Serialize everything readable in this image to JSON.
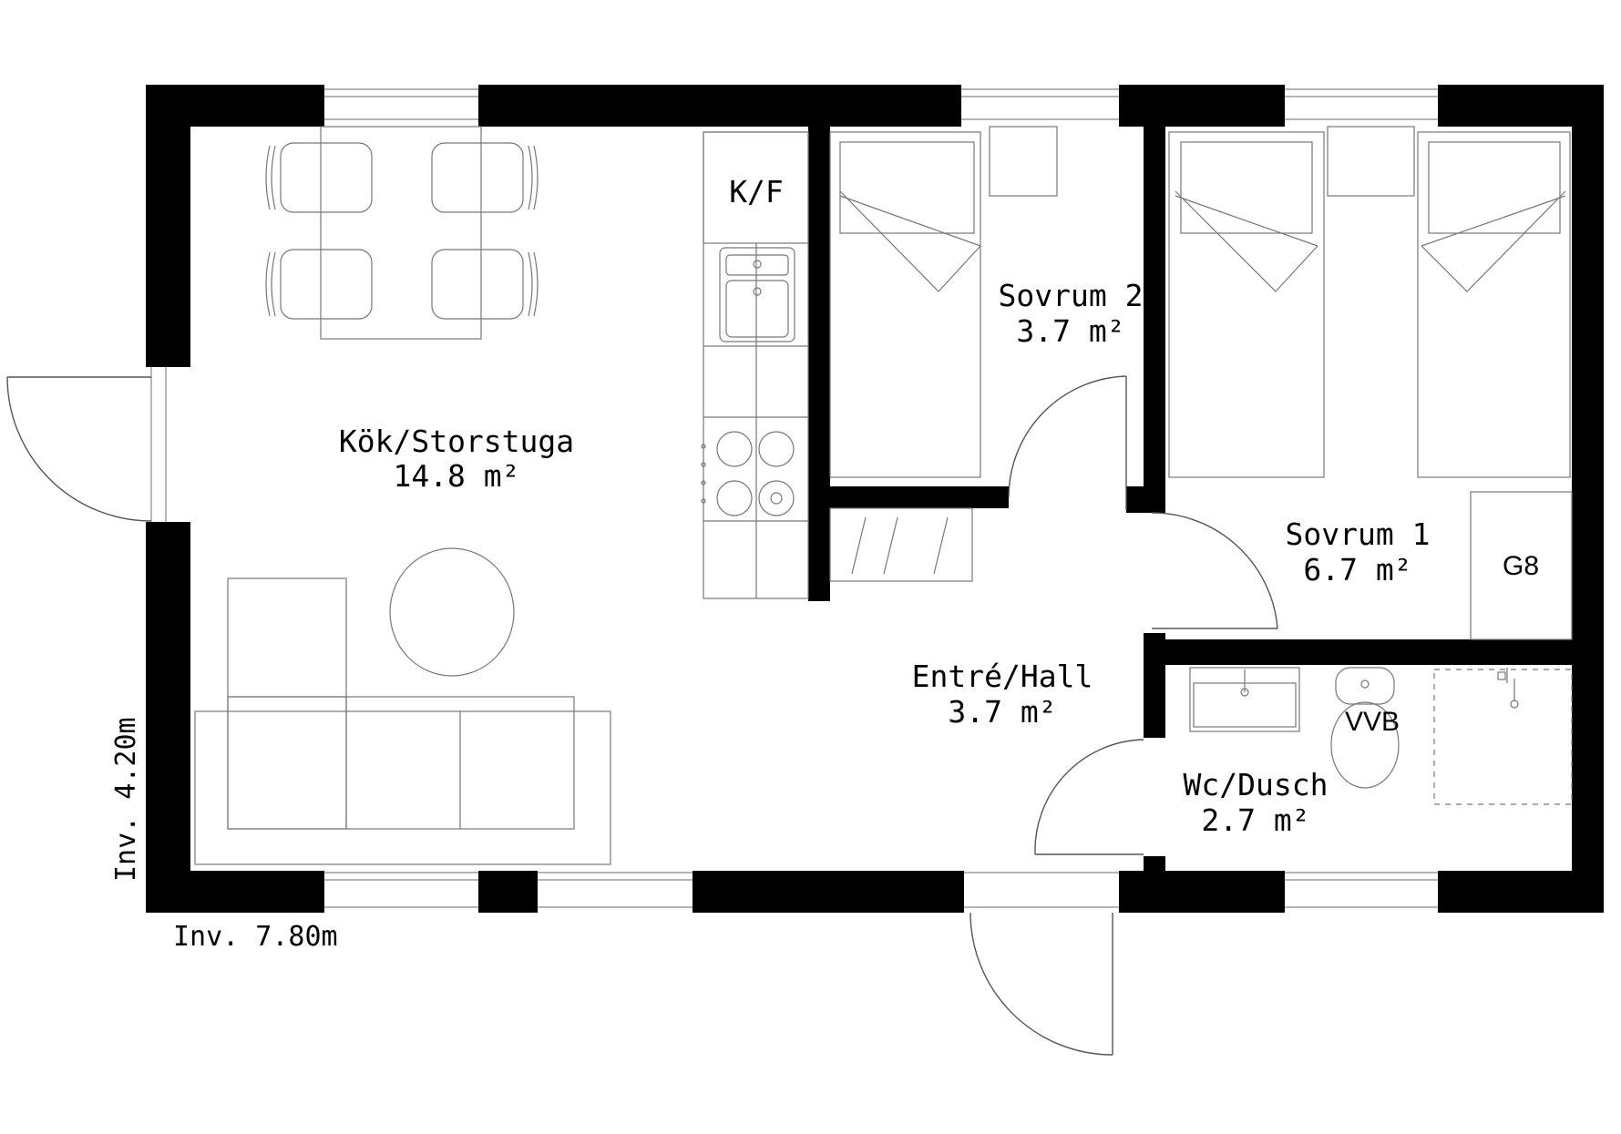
{
  "rooms": {
    "kok": {
      "name": "Kök/Storstuga",
      "area": "14.8 m²"
    },
    "sovrum2": {
      "name": "Sovrum 2",
      "area": "3.7 m²"
    },
    "sovrum1": {
      "name": "Sovrum 1",
      "area": "6.7 m²"
    },
    "entre": {
      "name": "Entré/Hall",
      "area": "3.7 m²"
    },
    "wc": {
      "name": "Wc/Dusch",
      "area": "2.7 m²"
    }
  },
  "fixtures": {
    "fridge": "K/F",
    "wardrobe": "G8",
    "water_heater": "VVB"
  },
  "dimensions": {
    "width": "Inv. 7.80m",
    "height": "Inv. 4.20m"
  }
}
